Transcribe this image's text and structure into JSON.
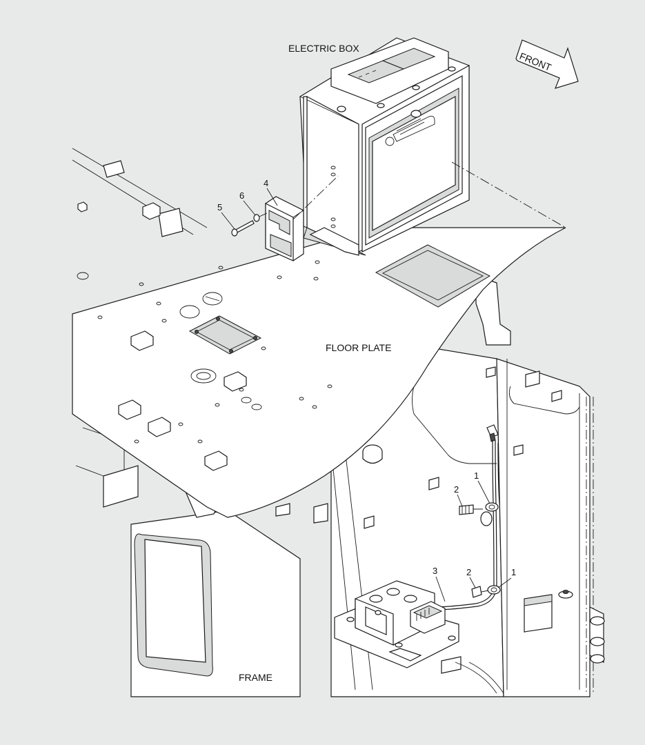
{
  "labels": {
    "electric_box": "ELECTRIC BOX",
    "floor_plate": "FLOOR PLATE",
    "frame": "FRAME",
    "front": "FRONT"
  },
  "callouts": {
    "c1a": "1",
    "c1b": "1",
    "c2a": "2",
    "c2b": "2",
    "c3": "3",
    "c4": "4",
    "c5": "5",
    "c6": "6"
  }
}
